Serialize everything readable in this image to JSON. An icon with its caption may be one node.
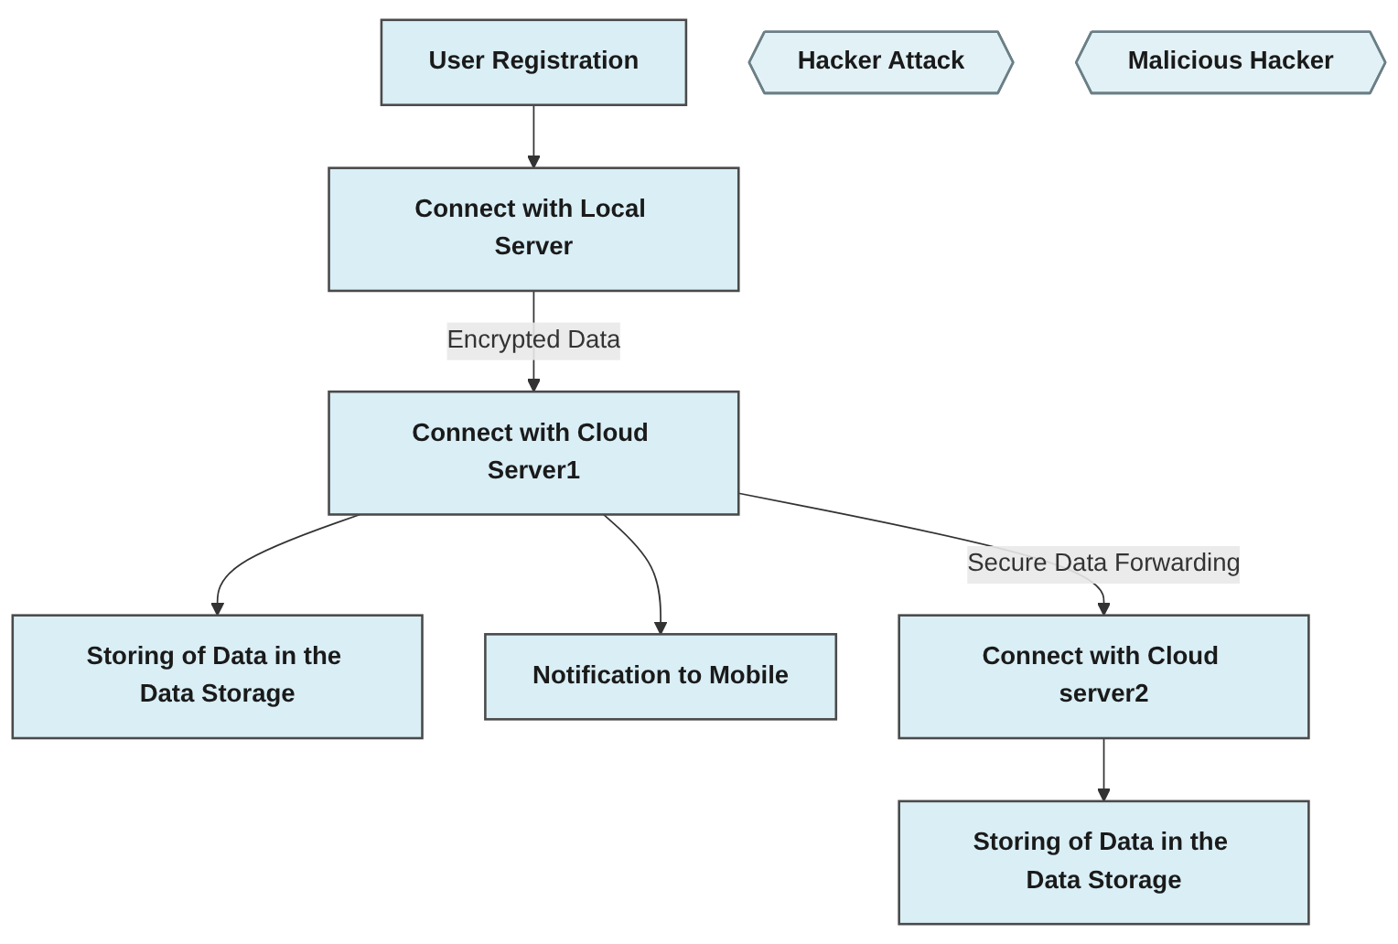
{
  "diagram": {
    "nodes": [
      {
        "text": [
          "User Registration"
        ]
      },
      {
        "text": [
          "Connect with Local Server"
        ]
      },
      {
        "text": [
          "Hacker Attack"
        ]
      },
      {
        "text": [
          "Connect with Cloud Server1"
        ]
      },
      {
        "text": [
          "Storing of Data in the Data Storage"
        ]
      },
      {
        "text": [
          "Malicious Hacker"
        ]
      },
      {
        "text": [
          "Notification to Mobile"
        ]
      },
      {
        "text": [
          "Connect with Cloud server2"
        ]
      },
      {
        "text": [
          "Storing of Data in the Data Storage"
        ]
      }
    ],
    "edges": [
      {
        "from": 0,
        "to": 1,
        "arrow": "to"
      },
      {
        "from": 1,
        "to": 3,
        "arrow": "to",
        "label": "Encrypted Data"
      },
      {
        "from": 3,
        "to": 4,
        "arrow": "to"
      },
      {
        "from": 3,
        "to": 7,
        "arrow": "to",
        "label": "Secure Data Forwarding"
      },
      {
        "from": 3,
        "to": 6,
        "arrow": "to"
      },
      {
        "from": 7,
        "to": 8,
        "arrow": "to"
      }
    ]
  }
}
